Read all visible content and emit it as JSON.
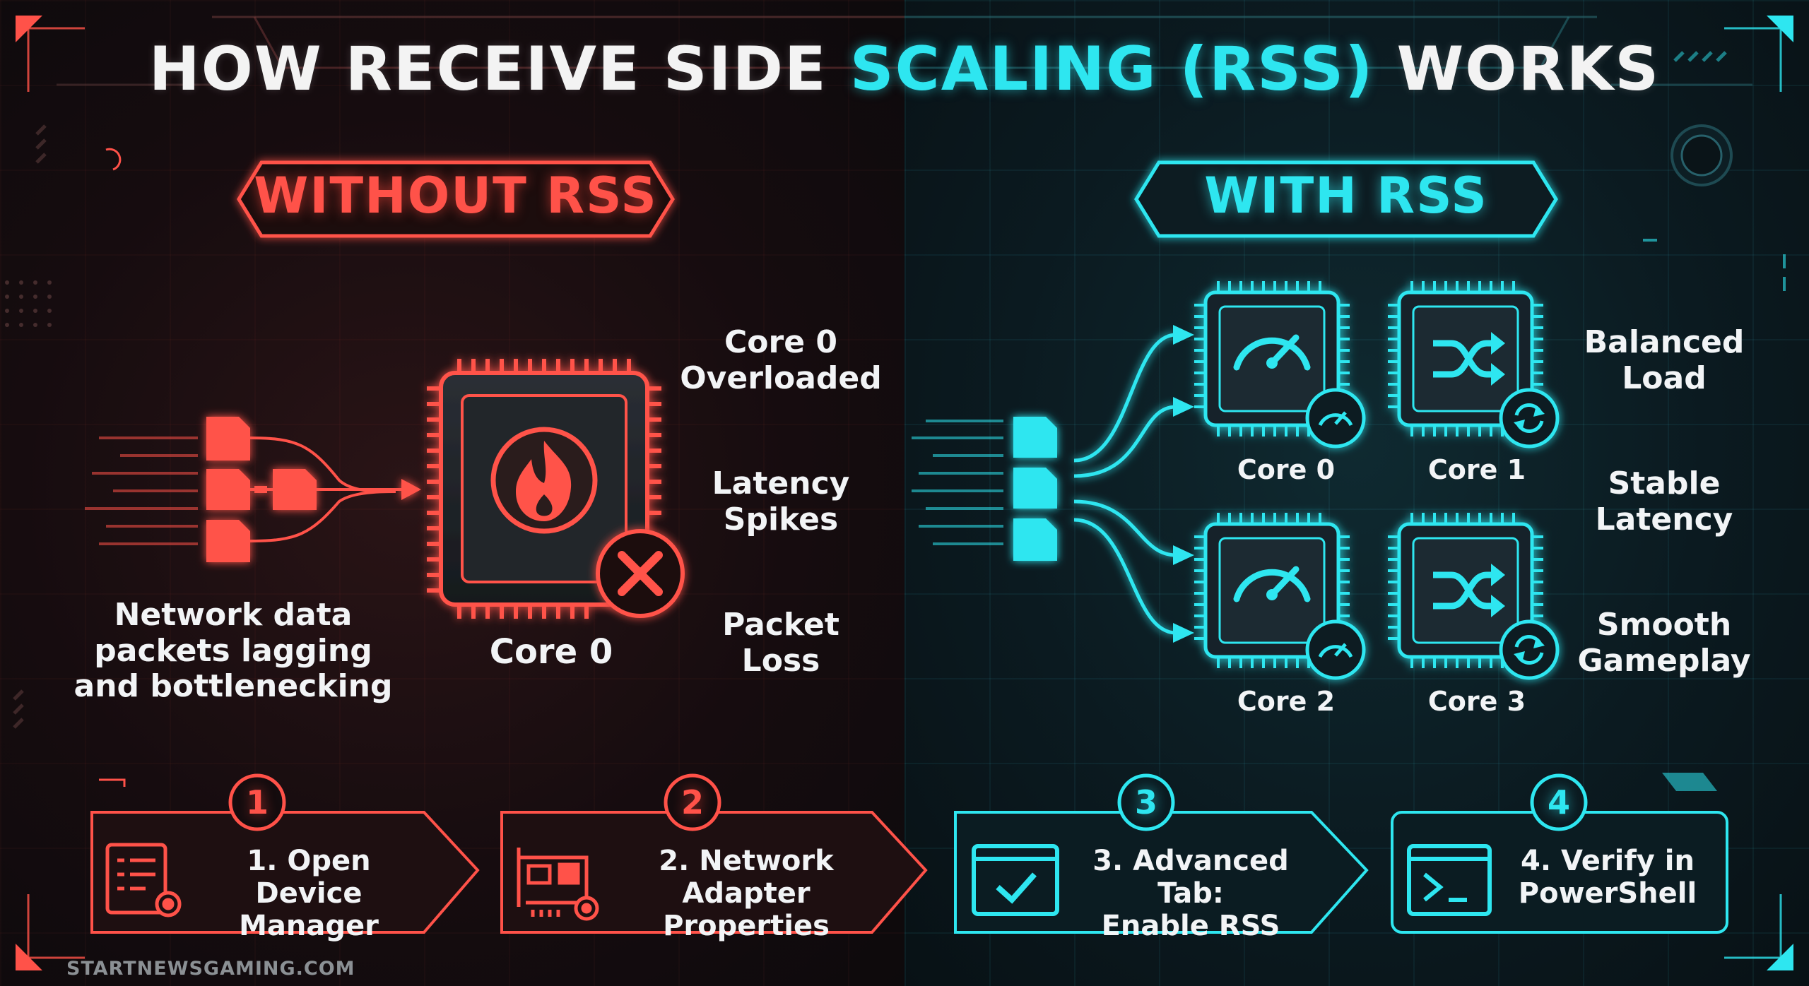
{
  "title": {
    "part1": "HOW RECEIVE SIDE ",
    "highlight": "SCALING (RSS)",
    "part2": " WORKS"
  },
  "without": {
    "banner": "WITHOUT RSS",
    "packets_caption_line1": "Network data",
    "packets_caption_line2": "packets lagging",
    "packets_caption_line3": "and bottlenecking",
    "core_label": "Core 0",
    "problems": [
      {
        "line1": "Core 0",
        "line2": "Overloaded"
      },
      {
        "line1": "Latency",
        "line2": "Spikes"
      },
      {
        "line1": "Packet",
        "line2": "Loss"
      }
    ]
  },
  "with": {
    "banner": "WITH RSS",
    "cores": [
      "Core 0",
      "Core 1",
      "Core 2",
      "Core 3"
    ],
    "benefits": [
      {
        "line1": "Balanced",
        "line2": "Load"
      },
      {
        "line1": "Stable",
        "line2": "Latency"
      },
      {
        "line1": "Smooth",
        "line2": "Gameplay"
      }
    ]
  },
  "steps": [
    {
      "number": "1",
      "line1": "1. Open Device",
      "line2": "Manager",
      "icon": "device-manager-icon"
    },
    {
      "number": "2",
      "line1": "2. Network Adapter",
      "line2": "Properties",
      "icon": "network-card-icon"
    },
    {
      "number": "3",
      "line1": "3. Advanced Tab:",
      "line2": "Enable RSS",
      "icon": "checkbox-window-icon"
    },
    {
      "number": "4",
      "line1": "4. Verify in",
      "line2": "PowerShell",
      "icon": "terminal-icon"
    }
  ],
  "footer": "STARTNEWSGAMING.COM",
  "colors": {
    "red": "#ff5249",
    "cyan": "#2ee6f0",
    "background": "#0b0f14"
  }
}
